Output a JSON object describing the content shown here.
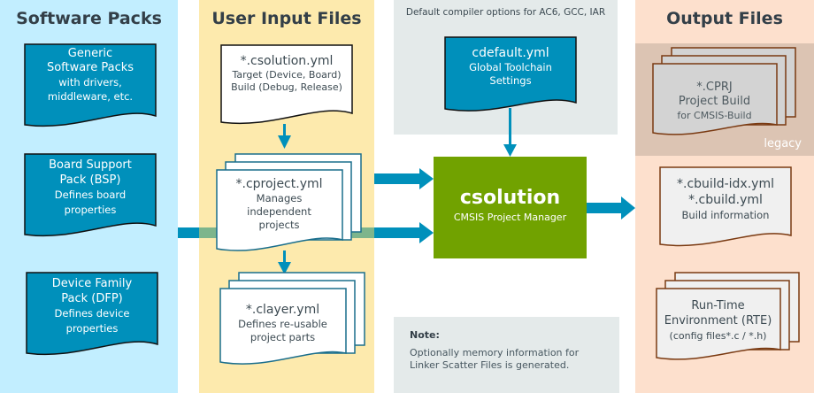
{
  "colors": {
    "software_packs_bg": "#c2eeff",
    "user_input_bg": "#fdeaad",
    "output_bg": "#fde0cd",
    "legacy_bg": "#dcc4b3",
    "gray_box_bg": "#e4eaea",
    "pack_doc_fill": "#0090bb",
    "arrow": "#0090bb",
    "csolution_green": "#71a200",
    "input_doc_stroke": "#1a6e8c",
    "output_doc_stroke": "#7a3a12"
  },
  "columns": {
    "software_packs": {
      "title": "Software Packs",
      "items": [
        {
          "title": "Generic",
          "lines": [
            "Software Packs",
            "with drivers,",
            "middleware, etc."
          ]
        },
        {
          "title": "Board Support",
          "lines": [
            "Pack (BSP)",
            "Defines board",
            "properties"
          ]
        },
        {
          "title": "Device Family",
          "lines": [
            "Pack (DFP)",
            "Defines device",
            "properties"
          ]
        }
      ]
    },
    "user_input": {
      "title": "User Input Files",
      "items": [
        {
          "title": "*.csolution.yml",
          "lines": [
            "Target (Device, Board)",
            "Build (Debug, Release)"
          ]
        },
        {
          "title": "*.cproject.yml",
          "lines": [
            "Manages",
            "independent",
            "projects"
          ]
        },
        {
          "title": "*.clayer.yml",
          "lines": [
            "Defines re-usable",
            "project parts"
          ]
        }
      ]
    },
    "output": {
      "title": "Output Files",
      "legacy_label": "legacy",
      "items": [
        {
          "title": "*.CPRJ",
          "lines": [
            "Project Build",
            "for CMSIS-Build"
          ]
        },
        {
          "title": "*.cbuild-idx.yml",
          "lines": [
            "*.cbuild.yml",
            "Build information"
          ]
        },
        {
          "title": "Run-Time",
          "lines": [
            "Environment (RTE)",
            "(config files*.c / *.h)"
          ]
        }
      ]
    }
  },
  "defaults": {
    "caption": "Default compiler options for AC6, GCC, IAR",
    "doc_title": "cdefault.yml",
    "doc_lines": [
      "Global Toolchain",
      "Settings"
    ]
  },
  "csolution": {
    "title": "csolution",
    "subtitle": "CMSIS Project Manager"
  },
  "note": {
    "title": "Note:",
    "lines": [
      "Optionally memory information for",
      "Linker Scatter Files is generated."
    ]
  }
}
